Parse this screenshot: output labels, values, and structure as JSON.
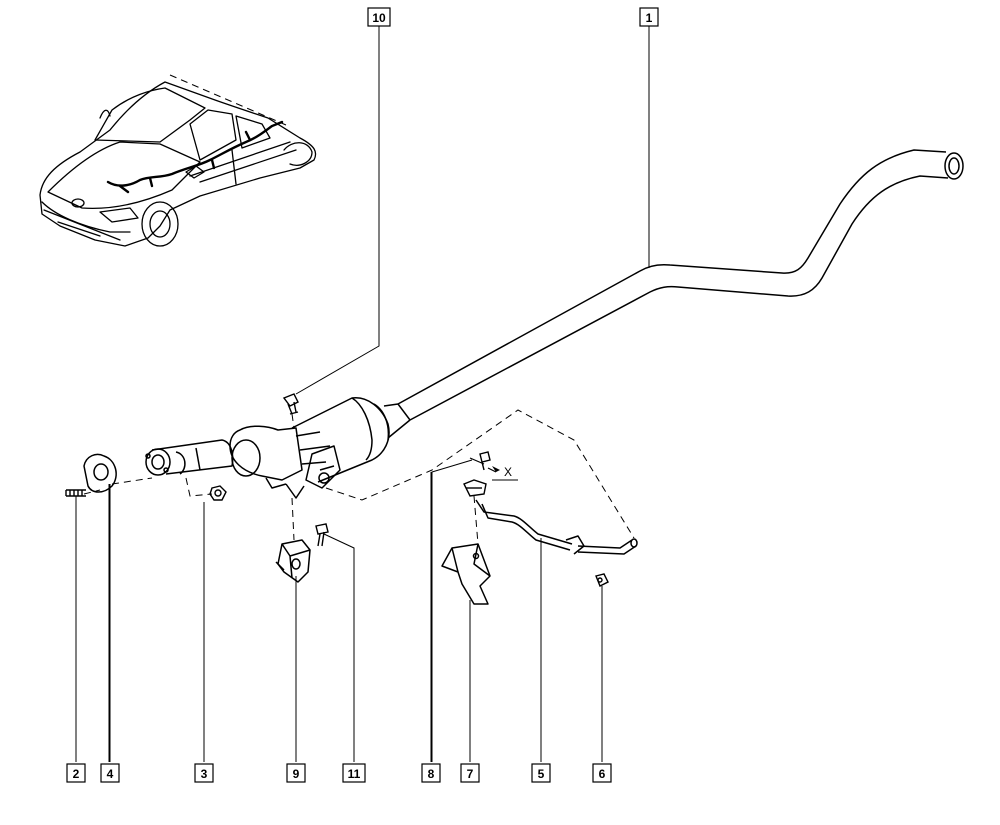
{
  "diagram": {
    "callouts": [
      {
        "id": "c1",
        "label": "1"
      },
      {
        "id": "c2",
        "label": "2"
      },
      {
        "id": "c3",
        "label": "3"
      },
      {
        "id": "c4",
        "label": "4"
      },
      {
        "id": "c5",
        "label": "5"
      },
      {
        "id": "c6",
        "label": "6"
      },
      {
        "id": "c7",
        "label": "7"
      },
      {
        "id": "c8",
        "label": "8"
      },
      {
        "id": "c9",
        "label": "9"
      },
      {
        "id": "c10",
        "label": "10"
      },
      {
        "id": "c11",
        "label": "11"
      }
    ],
    "annotation_x": "X",
    "line_color": "#000000",
    "background": "#ffffff"
  }
}
